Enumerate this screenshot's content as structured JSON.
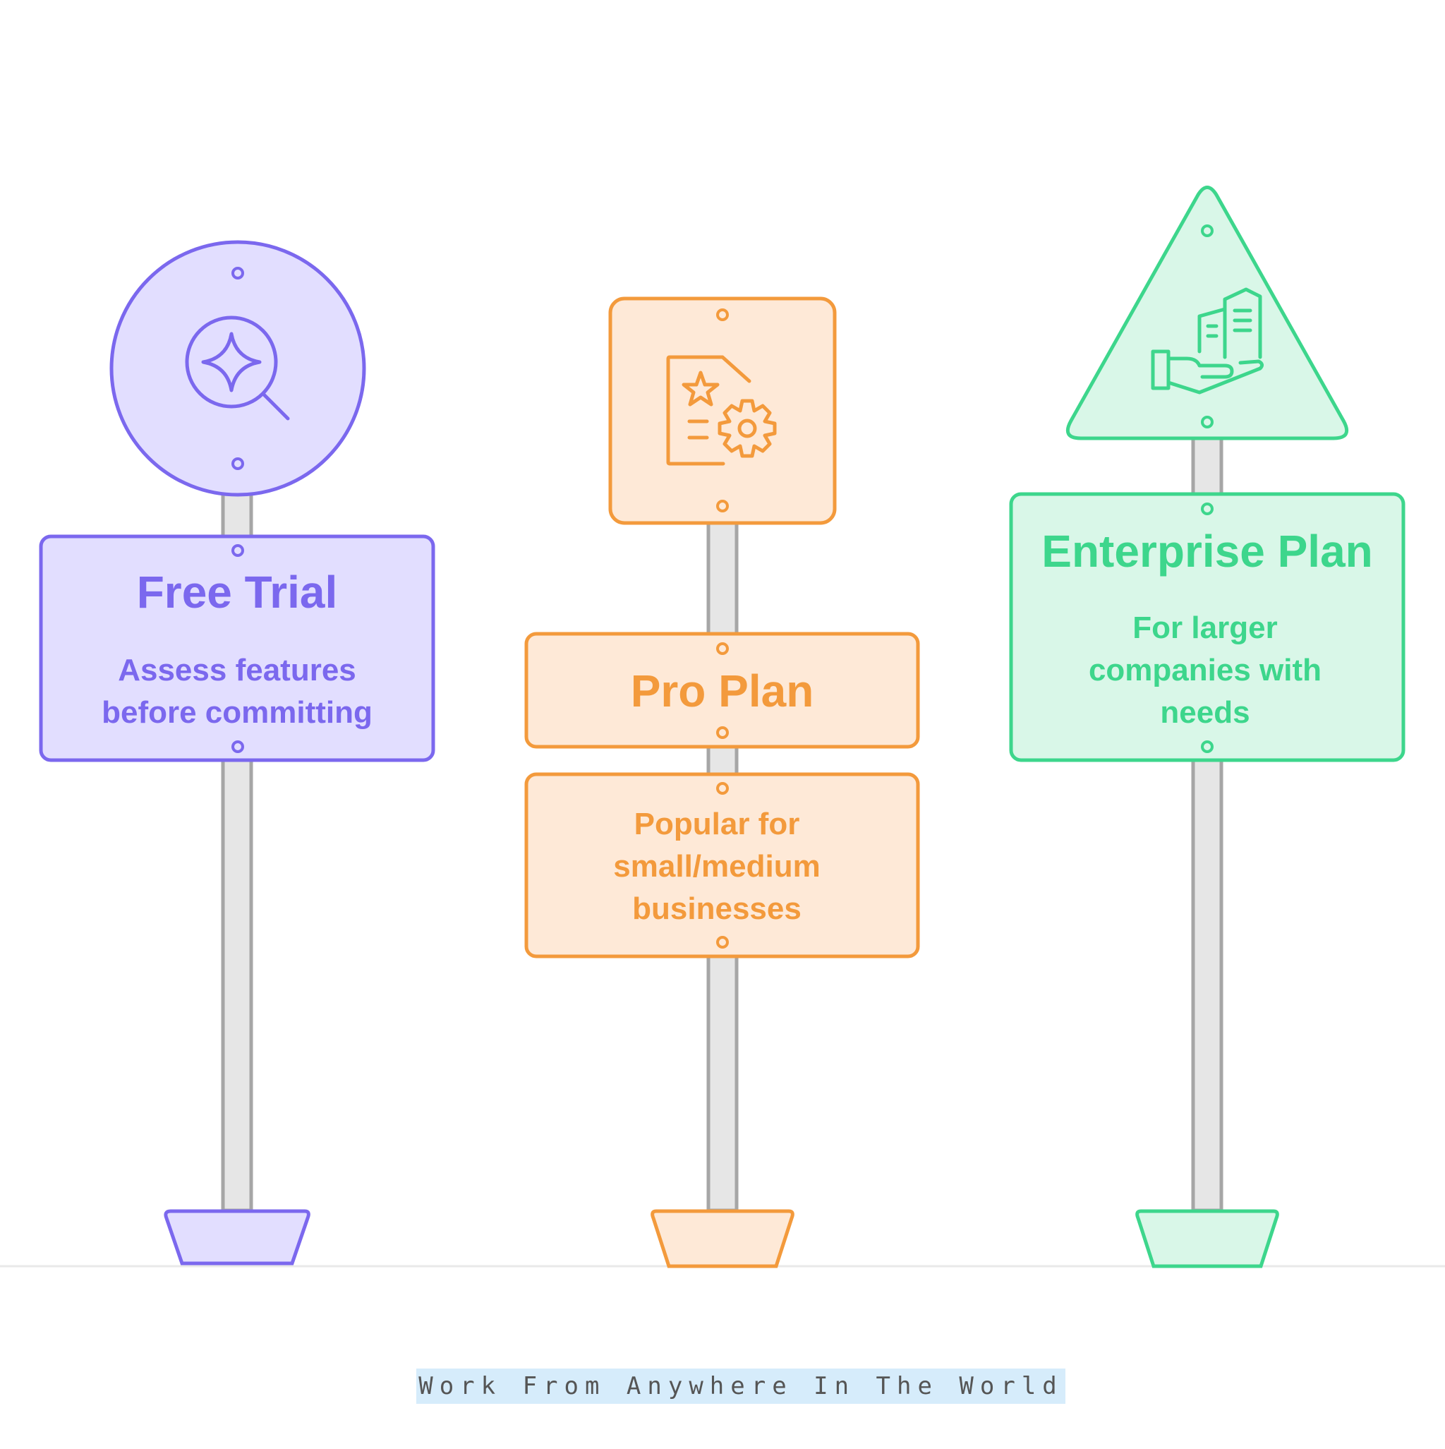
{
  "title": "Navigating Moo and Pricing Plans",
  "footer": "Work From Anywhere In The World",
  "colors": {
    "purple": "#7b68ee",
    "purple_fill": "#e2deff",
    "orange": "#f39a3c",
    "orange_fill": "#fee9d7",
    "green": "#3dd68c",
    "green_fill": "#d9f7e8",
    "pole": "#e6e6e6",
    "pole_stroke": "#a6a6a6"
  },
  "signs": [
    {
      "title": "Free Trial",
      "description": "Assess features before committing",
      "icon": "search-sparkle-icon"
    },
    {
      "title": "Pro Plan",
      "description": "Popular for small/medium businesses",
      "icon": "document-gear-icon"
    },
    {
      "title": "Enterprise Plan",
      "description": "For larger companies with needs",
      "icon": "hand-buildings-icon"
    }
  ]
}
